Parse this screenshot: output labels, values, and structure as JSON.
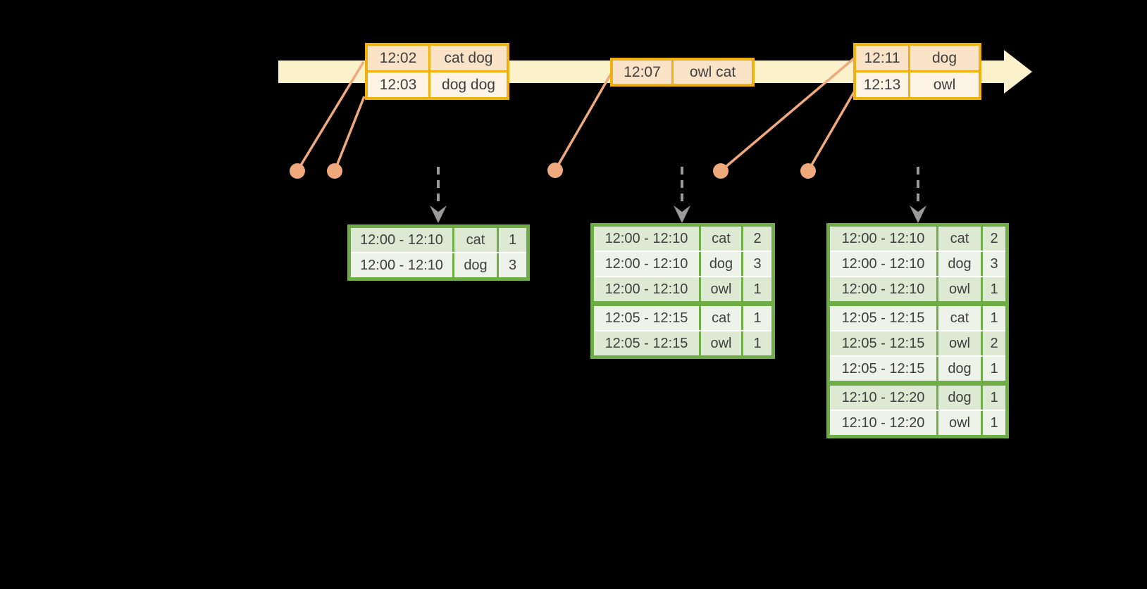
{
  "colors": {
    "background": "#000000",
    "timeline_band": "#fbf2cc",
    "orange_border": "#f0b110",
    "orange_row_dark": "#fbe3c7",
    "orange_row_light": "#fdf4e6",
    "salmon": "#f0a87d",
    "green_border": "#6fad47",
    "green_row_dark": "#dde9d2",
    "green_row_light": "#eef3e9",
    "arrow_gray": "#9a9a9a",
    "text": "#3f3f3f"
  },
  "icons": {
    "timeline_arrowhead": "arrow-right",
    "trigger_arrow": "arrow-down"
  },
  "input_tables": [
    {
      "rows": [
        {
          "time": "12:02",
          "words": "cat dog"
        },
        {
          "time": "12:03",
          "words": "dog dog"
        }
      ]
    },
    {
      "rows": [
        {
          "time": "12:07",
          "words": "owl cat"
        }
      ]
    },
    {
      "rows": [
        {
          "time": "12:11",
          "words": "dog"
        },
        {
          "time": "12:13",
          "words": "owl"
        }
      ]
    }
  ],
  "result_tables": [
    {
      "rows": [
        {
          "window": "12:00 - 12:10",
          "word": "cat",
          "count": "1"
        },
        {
          "window": "12:00 - 12:10",
          "word": "dog",
          "count": "3"
        }
      ]
    },
    {
      "rows": [
        {
          "window": "12:00 - 12:10",
          "word": "cat",
          "count": "2"
        },
        {
          "window": "12:00 - 12:10",
          "word": "dog",
          "count": "3"
        },
        {
          "window": "12:00 - 12:10",
          "word": "owl",
          "count": "1"
        },
        {
          "window": "12:05 - 12:15",
          "word": "cat",
          "count": "1"
        },
        {
          "window": "12:05 - 12:15",
          "word": "owl",
          "count": "1"
        }
      ]
    },
    {
      "rows": [
        {
          "window": "12:00 - 12:10",
          "word": "cat",
          "count": "2"
        },
        {
          "window": "12:00 - 12:10",
          "word": "dog",
          "count": "3"
        },
        {
          "window": "12:00 - 12:10",
          "word": "owl",
          "count": "1"
        },
        {
          "window": "12:05 - 12:15",
          "word": "cat",
          "count": "1"
        },
        {
          "window": "12:05 - 12:15",
          "word": "owl",
          "count": "2"
        },
        {
          "window": "12:05 - 12:15",
          "word": "dog",
          "count": "1"
        },
        {
          "window": "12:10 - 12:20",
          "word": "dog",
          "count": "1"
        },
        {
          "window": "12:10 - 12:20",
          "word": "owl",
          "count": "1"
        }
      ]
    }
  ]
}
